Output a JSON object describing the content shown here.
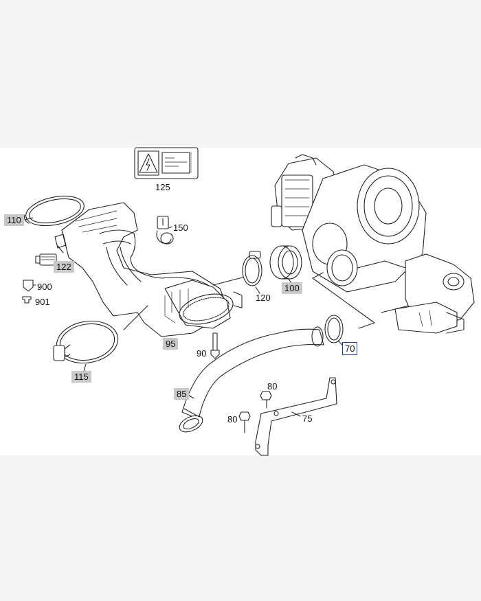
{
  "callouts": {
    "p125": "125",
    "p110": "110",
    "p150": "150",
    "p122": "122",
    "p900": "900",
    "p901": "901",
    "p120": "120",
    "p100": "100",
    "p95": "95",
    "p115": "115",
    "p90": "90",
    "p70": "70",
    "p85": "85",
    "p80a": "80",
    "p80b": "80",
    "p75": "75"
  },
  "colors": {
    "label_box": "#c8c8c8",
    "selected_border": "#1a3fa8",
    "line": "#222222"
  }
}
